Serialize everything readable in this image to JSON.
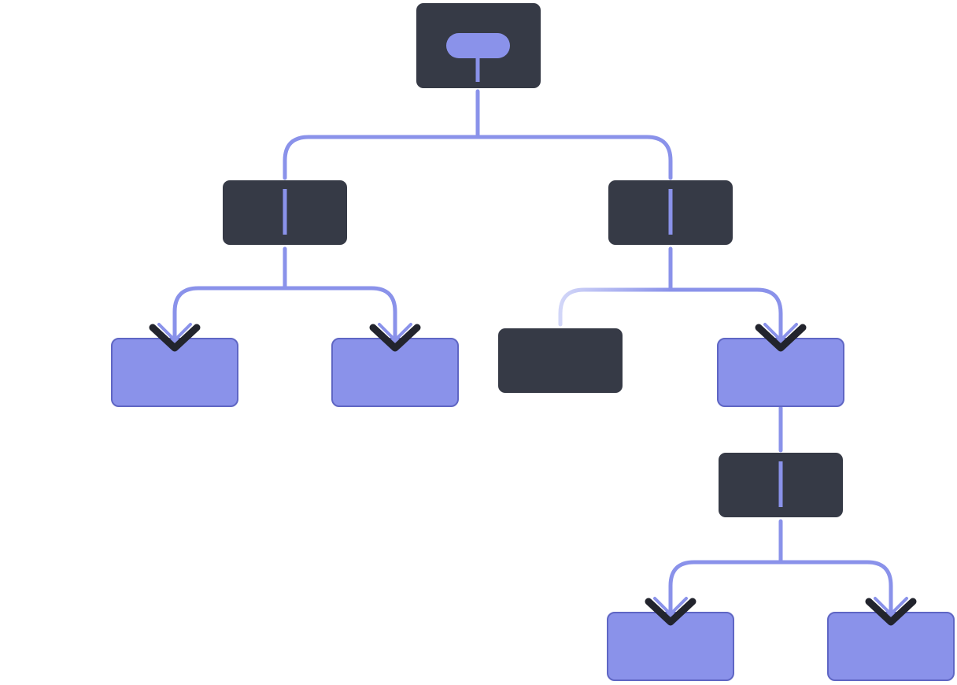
{
  "diagram": {
    "colors": {
      "background": "#ffffff",
      "dark_node": "#363a46",
      "accent": "#8a92ea",
      "accent_border": "#5f66c4",
      "arrow_shadow": "#22242d",
      "faded_edge": "#d2d6f8"
    },
    "nodes": [
      {
        "id": "root",
        "kind": "dark",
        "marker": "pill"
      },
      {
        "id": "left-branch",
        "kind": "dark",
        "marker": "bar"
      },
      {
        "id": "right-branch",
        "kind": "dark",
        "marker": "bar"
      },
      {
        "id": "left-leaf-1",
        "kind": "accent"
      },
      {
        "id": "left-leaf-2",
        "kind": "accent"
      },
      {
        "id": "right-dark-leaf",
        "kind": "dark"
      },
      {
        "id": "right-leaf",
        "kind": "accent"
      },
      {
        "id": "lower-branch",
        "kind": "dark",
        "marker": "bar"
      },
      {
        "id": "lower-leaf-1",
        "kind": "accent"
      },
      {
        "id": "lower-leaf-2",
        "kind": "accent"
      }
    ],
    "edges": [
      {
        "from": "root",
        "to": "left-branch",
        "style": "solid"
      },
      {
        "from": "root",
        "to": "right-branch",
        "style": "solid"
      },
      {
        "from": "left-branch",
        "to": "left-leaf-1",
        "style": "arrow"
      },
      {
        "from": "left-branch",
        "to": "left-leaf-2",
        "style": "arrow"
      },
      {
        "from": "right-branch",
        "to": "right-dark-leaf",
        "style": "faded"
      },
      {
        "from": "right-branch",
        "to": "right-leaf",
        "style": "arrow"
      },
      {
        "from": "right-leaf",
        "to": "lower-branch",
        "style": "solid"
      },
      {
        "from": "lower-branch",
        "to": "lower-leaf-1",
        "style": "arrow"
      },
      {
        "from": "lower-branch",
        "to": "lower-leaf-2",
        "style": "arrow"
      }
    ]
  }
}
